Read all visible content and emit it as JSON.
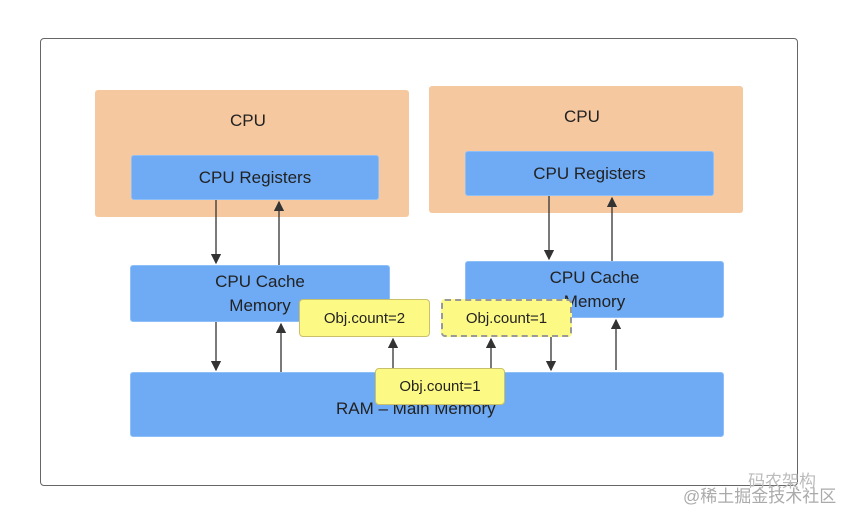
{
  "cpus": [
    {
      "title": "CPU",
      "registers": "CPU Registers",
      "cache": "CPU Cache Memory"
    },
    {
      "title": "CPU",
      "registers": "CPU Registers",
      "cache": "CPU Cache Memory"
    }
  ],
  "ram": "RAM – Main Memory",
  "values": {
    "left_cache": "Obj.count=2",
    "right_cache": "Obj.count=1",
    "ram": "Obj.count=1"
  },
  "watermark": {
    "line1": "码农架构",
    "line2": "@稀土掘金技术社区"
  }
}
